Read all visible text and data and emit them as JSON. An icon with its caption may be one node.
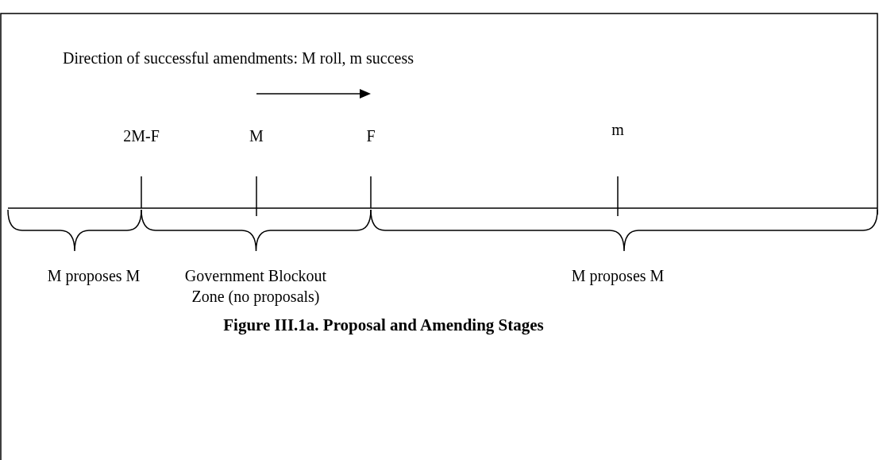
{
  "diagram": {
    "caption": "Figure III.1a. Proposal and Amending Stages",
    "labels": [
      "Direction of successful amendments: M roll, m success",
      "2M-F",
      "M",
      "F",
      "m",
      "M proposes M",
      "Government Blockout Zone (no proposals)",
      "M proposes M"
    ]
  }
}
